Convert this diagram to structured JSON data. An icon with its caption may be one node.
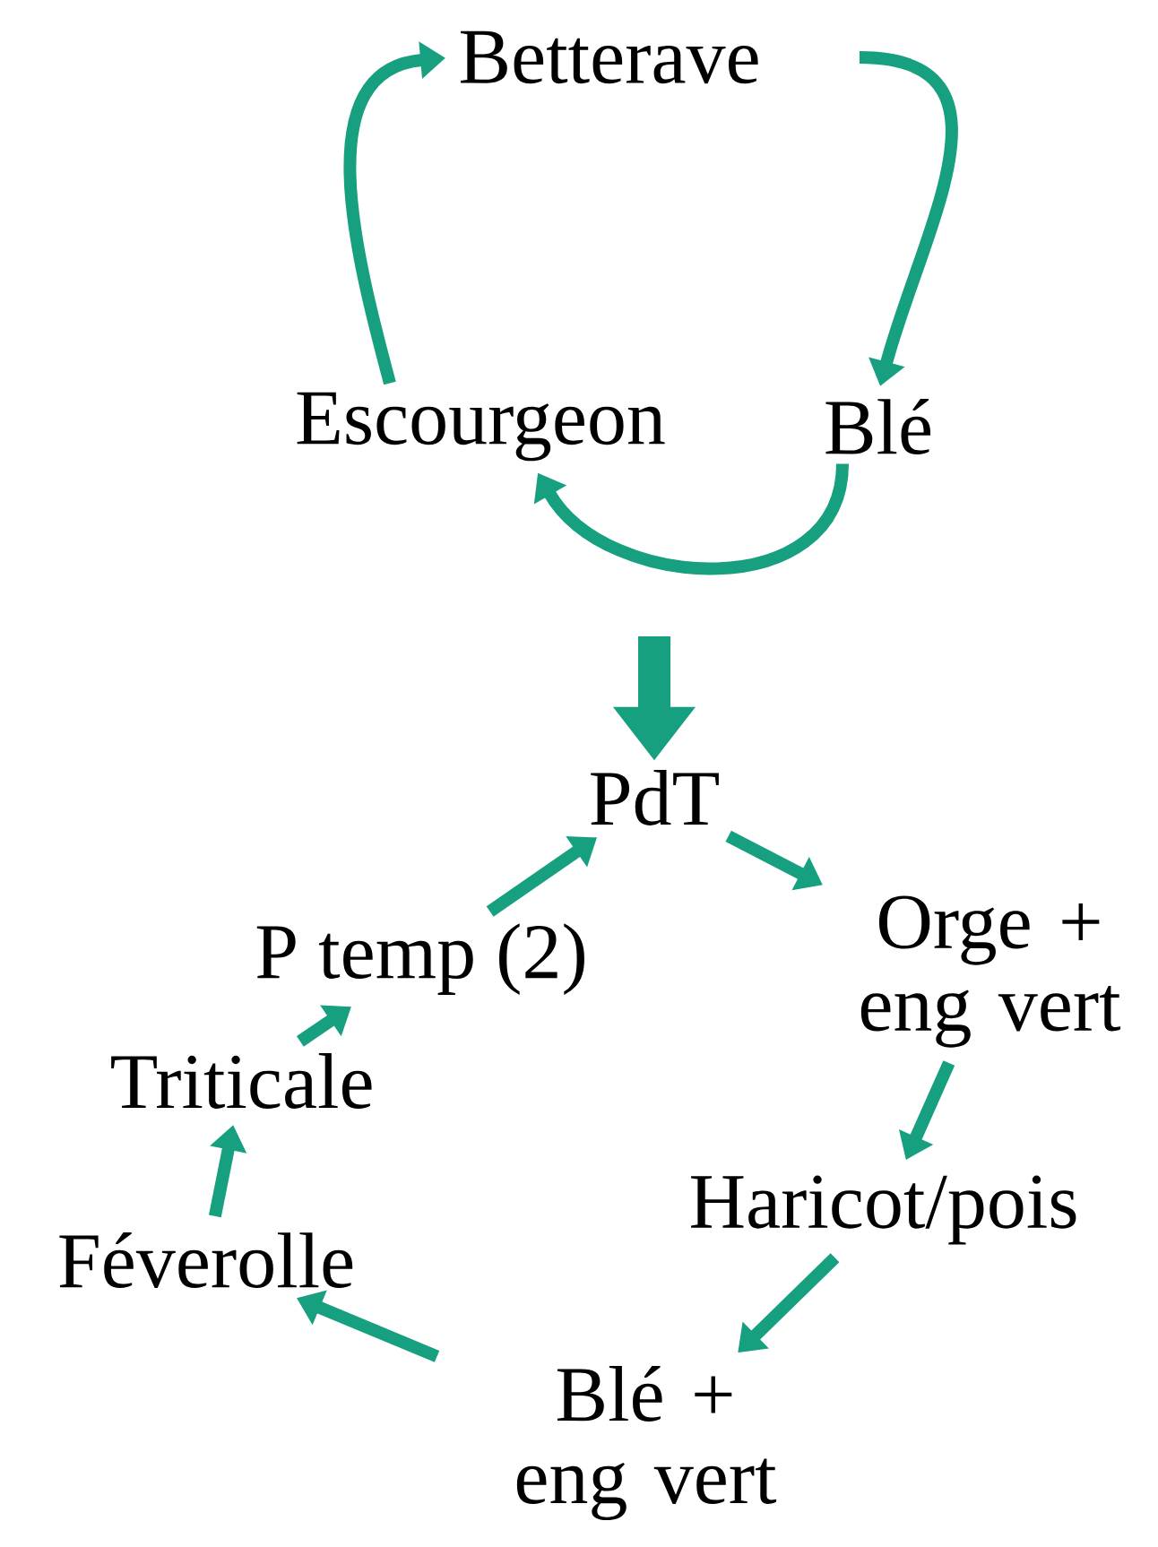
{
  "diagram": {
    "nodes": [
      {
        "text": [
          "Betterave"
        ]
      },
      {
        "text": [
          "Blé"
        ]
      },
      {
        "text": [
          "Escourgeon"
        ]
      },
      {
        "text": [
          "PdT"
        ]
      },
      {
        "text": [
          "Orge + eng vert"
        ]
      },
      {
        "text": [
          "Haricot/pois"
        ]
      },
      {
        "text": [
          "Blé + eng vert"
        ]
      },
      {
        "text": [
          "Féverolle"
        ]
      },
      {
        "text": [
          "Triticale"
        ]
      },
      {
        "text": [
          "P temp (2)"
        ]
      }
    ],
    "edges": [
      {
        "from": 0,
        "to": 1,
        "arrow": "to"
      },
      {
        "from": 1,
        "to": 2,
        "arrow": "to"
      },
      {
        "from": 2,
        "to": 0,
        "arrow": "to"
      },
      {
        "from": null,
        "to": 3,
        "arrow": "to",
        "style": "thick"
      },
      {
        "from": 3,
        "to": 4,
        "arrow": "to"
      },
      {
        "from": 4,
        "to": 5,
        "arrow": "to"
      },
      {
        "from": 5,
        "to": 6,
        "arrow": "to"
      },
      {
        "from": 6,
        "to": 7,
        "arrow": "to"
      },
      {
        "from": 7,
        "to": 8,
        "arrow": "to"
      },
      {
        "from": 8,
        "to": 9,
        "arrow": "to"
      },
      {
        "from": 9,
        "to": 3,
        "arrow": "to"
      }
    ]
  }
}
